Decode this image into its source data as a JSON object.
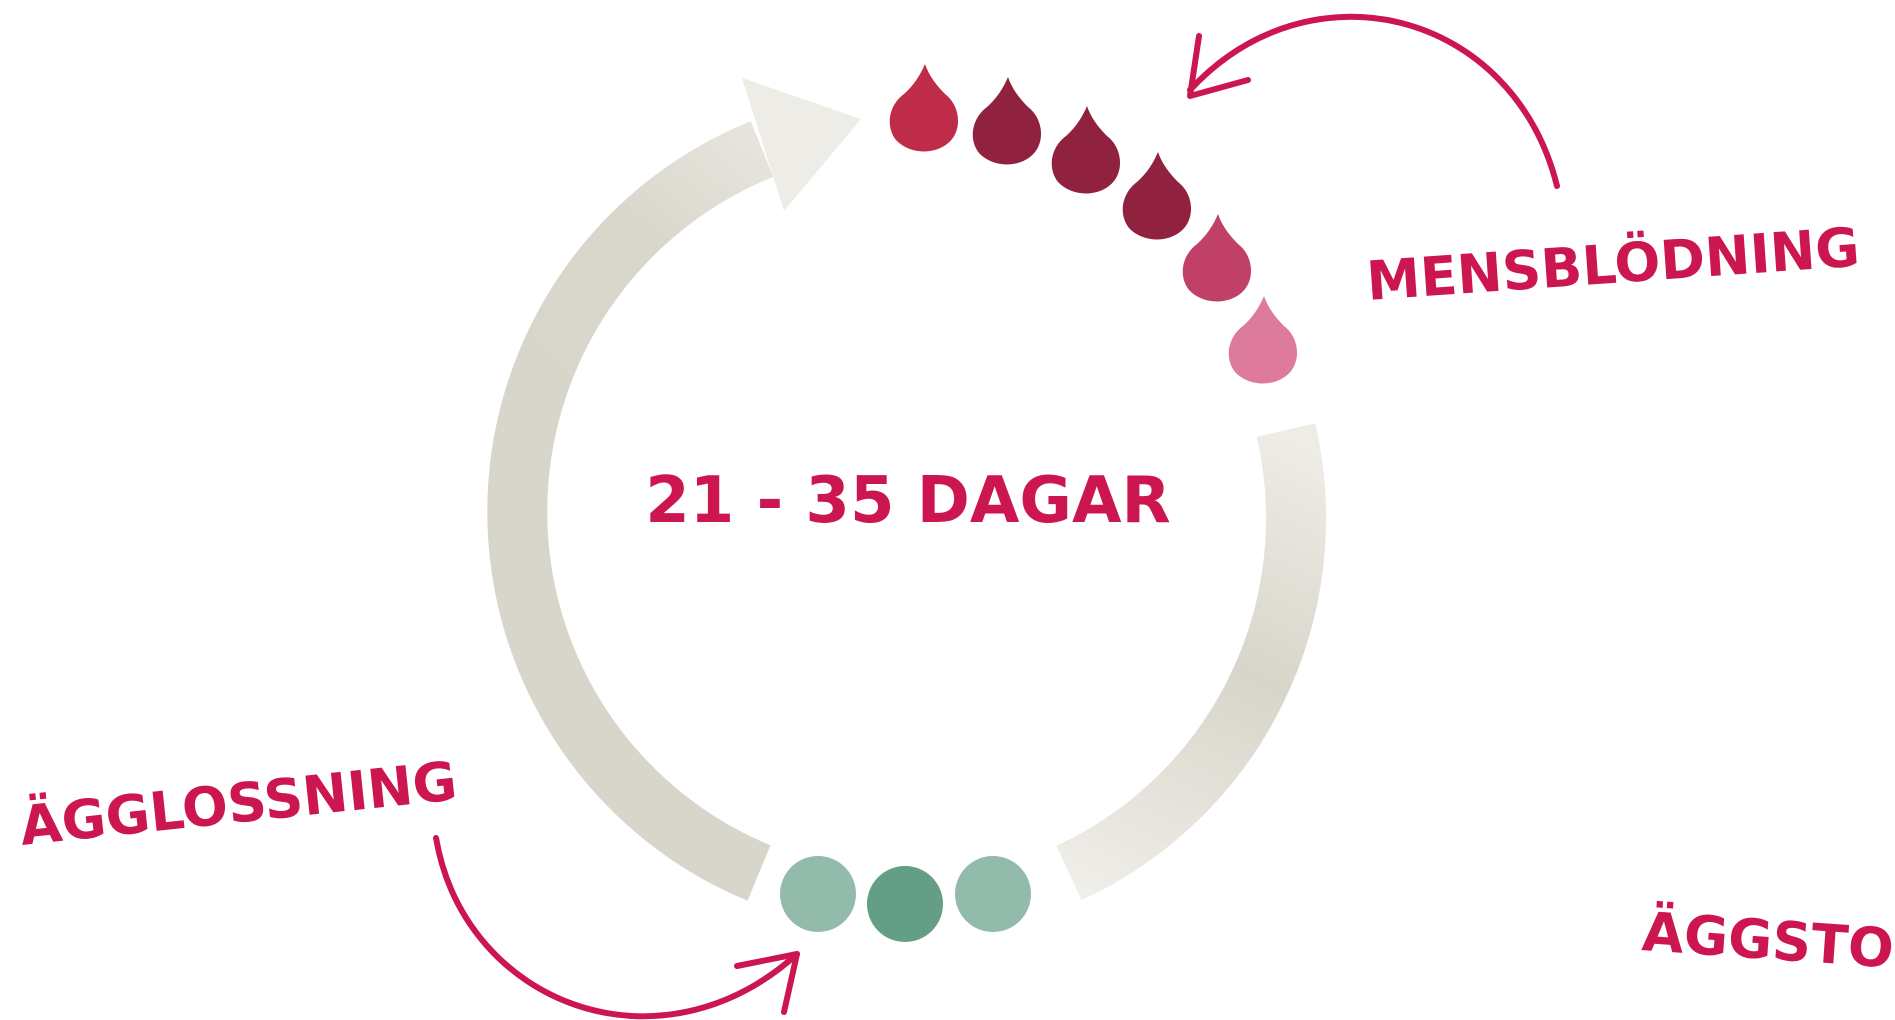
{
  "center_label": "21 - 35 DAGAR",
  "labels": {
    "menstruation": "MENSBLÖDNING",
    "ovulation": "ÄGGLOSSNING",
    "follicular": "ÄGGSTO"
  },
  "colors": {
    "accent": "#cc1650",
    "cycle_ring": "#d8d5ca",
    "cycle_ring_fade": "#eeece6",
    "drops": [
      "#be2c4a",
      "#902240",
      "#902240",
      "#902240",
      "#c04068",
      "#de7a9c"
    ],
    "ovulation_dots": [
      "#93bbac",
      "#649e87",
      "#93bbac"
    ]
  },
  "icons": {
    "menstruation": "blood-drop-icon",
    "ovulation": "egg-dot-icon"
  }
}
